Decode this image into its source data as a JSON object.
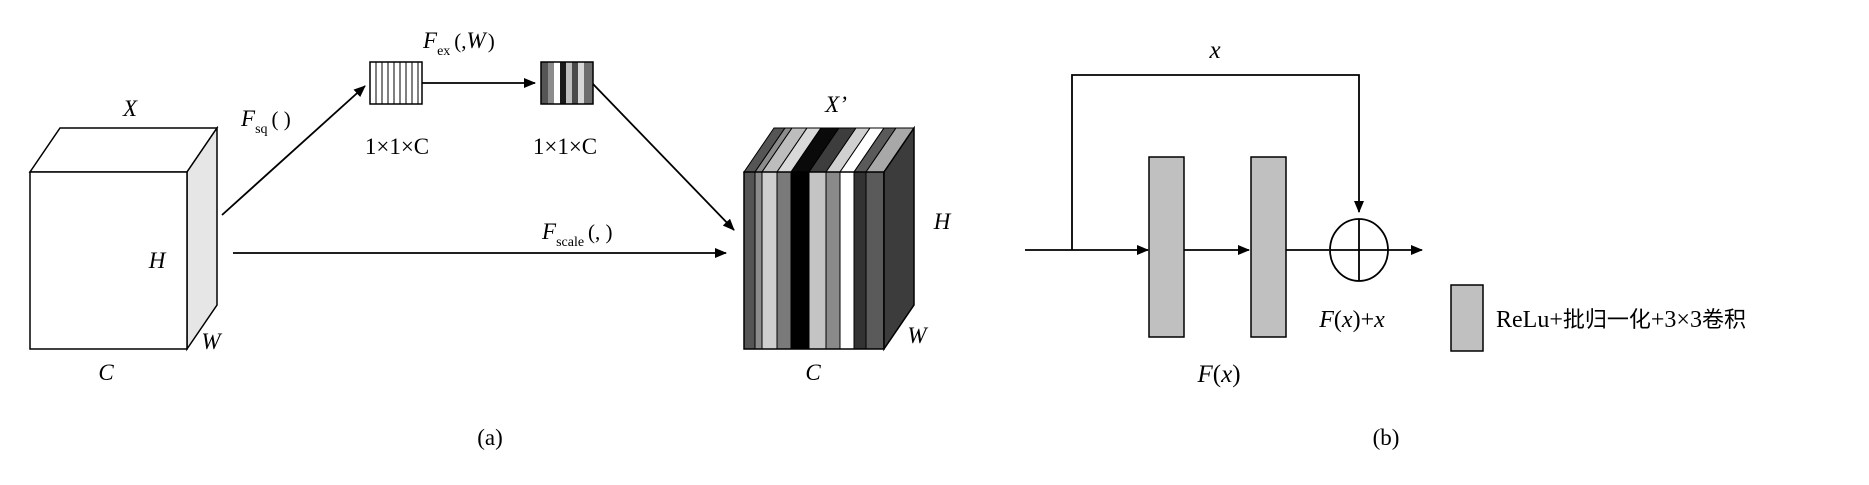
{
  "diagram": {
    "panel_a": {
      "caption": "(a)",
      "input": {
        "name": "X",
        "height": "H",
        "width": "W",
        "channels": "C"
      },
      "squeeze": {
        "fn": "F",
        "sub": "sq",
        "args": "( )",
        "shape": "1×1×C"
      },
      "excitation": {
        "fn": "F",
        "sub": "ex",
        "args_open": "(,",
        "args_w": "W",
        "args_close": ")",
        "shape": "1×1×C"
      },
      "scale": {
        "fn": "F",
        "sub": "scale",
        "args": "(, )"
      },
      "output": {
        "name": "X’",
        "height": "H",
        "width": "W",
        "channels": "C"
      }
    },
    "panel_b": {
      "caption": "(b)",
      "skip": "x",
      "function": {
        "f": "F",
        "open": "(",
        "var": "x",
        "close": ")"
      },
      "sum": {
        "f": "F",
        "open": "(",
        "var": "x",
        "close": ")",
        "plus": "+",
        "var2": "x"
      },
      "legend": {
        "latin": "ReLu+",
        "cjk1": "批归一化",
        "digits": "+3×3",
        "cjk2": "卷积"
      }
    }
  },
  "colors": {
    "line": "#000000",
    "cube_front": "#ffffff",
    "cube_side": "#e6e6e6",
    "block_fill": "#c0c0c0",
    "output_side": "#3c3c3c"
  }
}
